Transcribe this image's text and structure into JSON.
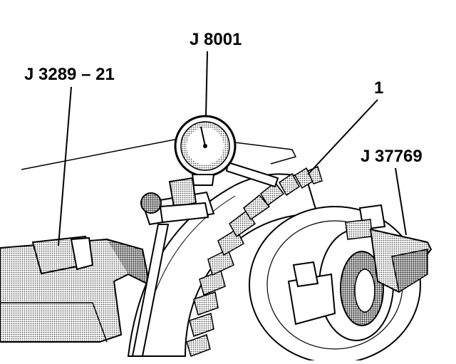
{
  "callouts": {
    "gear_puller_tool": "J 3289 – 21",
    "dial_indicator": "J 8001",
    "ring_gear": "1",
    "indicator_adapter": "J 37769"
  },
  "colors": {
    "ink": "#000000",
    "halftone": "#9a9a9a",
    "paper": "#ffffff"
  }
}
